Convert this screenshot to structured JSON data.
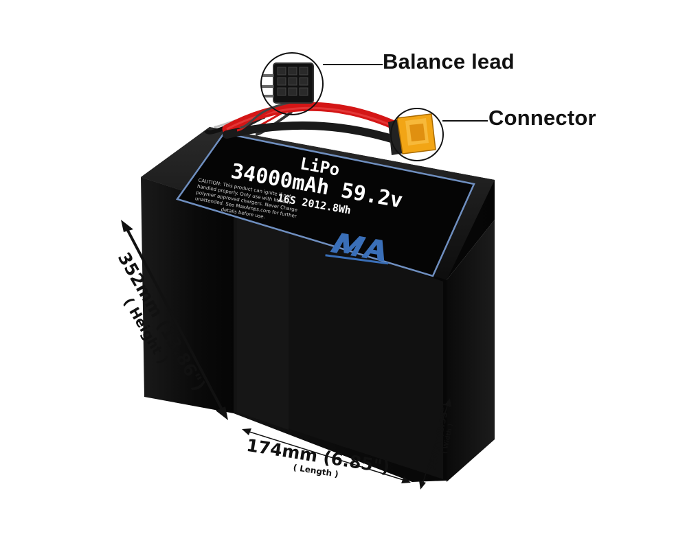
{
  "callouts": {
    "balance_lead": "Balance lead",
    "connector": "Connector"
  },
  "label": {
    "chemistry": "LiPo",
    "capacity_voltage": "34000mAh 59.2v",
    "config_energy": "16S 2012.8Wh",
    "caution": [
      "CAUTION: This product can ignite if not",
      "handled properly. Only use with lithium",
      "polymer approved chargers. Never Charge",
      "unattended. See MaxAmps.com for further",
      "details before use."
    ]
  },
  "dimensions": {
    "height": "352mm (13.86\")",
    "height_caption": "( Height )",
    "length": "174mm (6.85\")",
    "length_caption": "( Length )",
    "width": "75mm (2.95\")",
    "width_caption": "( Width )"
  },
  "colors": {
    "battery_body": "#0b0b0b",
    "label_border": "#6f8fc0",
    "lead_red": "#d41616",
    "connector_yellow": "#f2a515",
    "logo_blue": "#3a6fb8"
  }
}
